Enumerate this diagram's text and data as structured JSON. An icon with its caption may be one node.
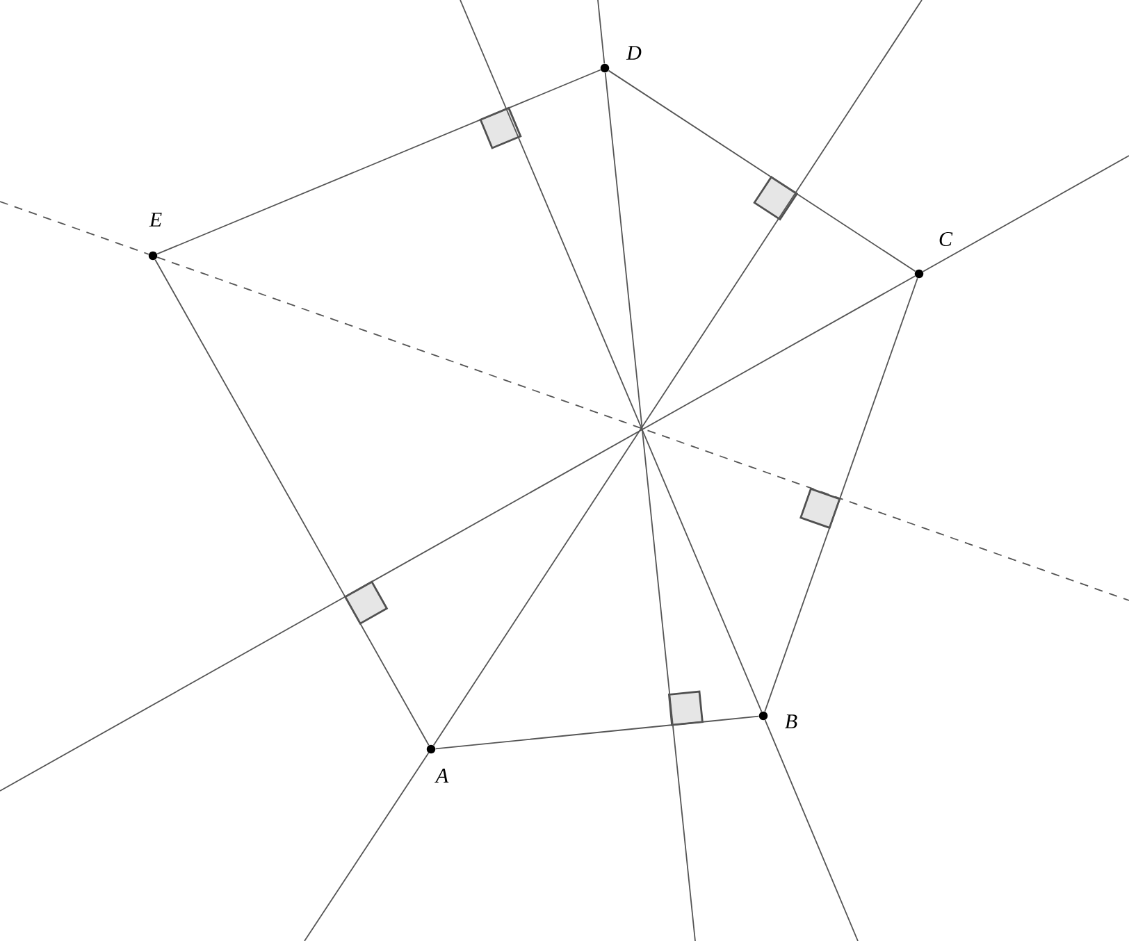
{
  "diagram": {
    "nodes": [
      {
        "text": [
          "A"
        ]
      },
      {
        "text": [
          "B"
        ]
      },
      {
        "text": [
          "C"
        ]
      },
      {
        "text": [
          "D"
        ]
      },
      {
        "text": [
          "E"
        ]
      }
    ],
    "edges": [
      {
        "from": 0,
        "to": 1,
        "arrow": "none"
      },
      {
        "from": 1,
        "to": 2,
        "arrow": "none"
      },
      {
        "from": 2,
        "to": 3,
        "arrow": "none"
      },
      {
        "from": 3,
        "to": 4,
        "arrow": "none"
      },
      {
        "from": 4,
        "to": 0,
        "arrow": "none"
      },
      {
        "from": 0,
        "to": null,
        "arrow": "none"
      },
      {
        "from": 1,
        "to": null,
        "arrow": "none"
      },
      {
        "from": 2,
        "to": null,
        "arrow": "none"
      },
      {
        "from": 3,
        "to": null,
        "arrow": "none"
      },
      {
        "from": 4,
        "to": null,
        "arrow": "none",
        "style": "dashed"
      }
    ]
  }
}
